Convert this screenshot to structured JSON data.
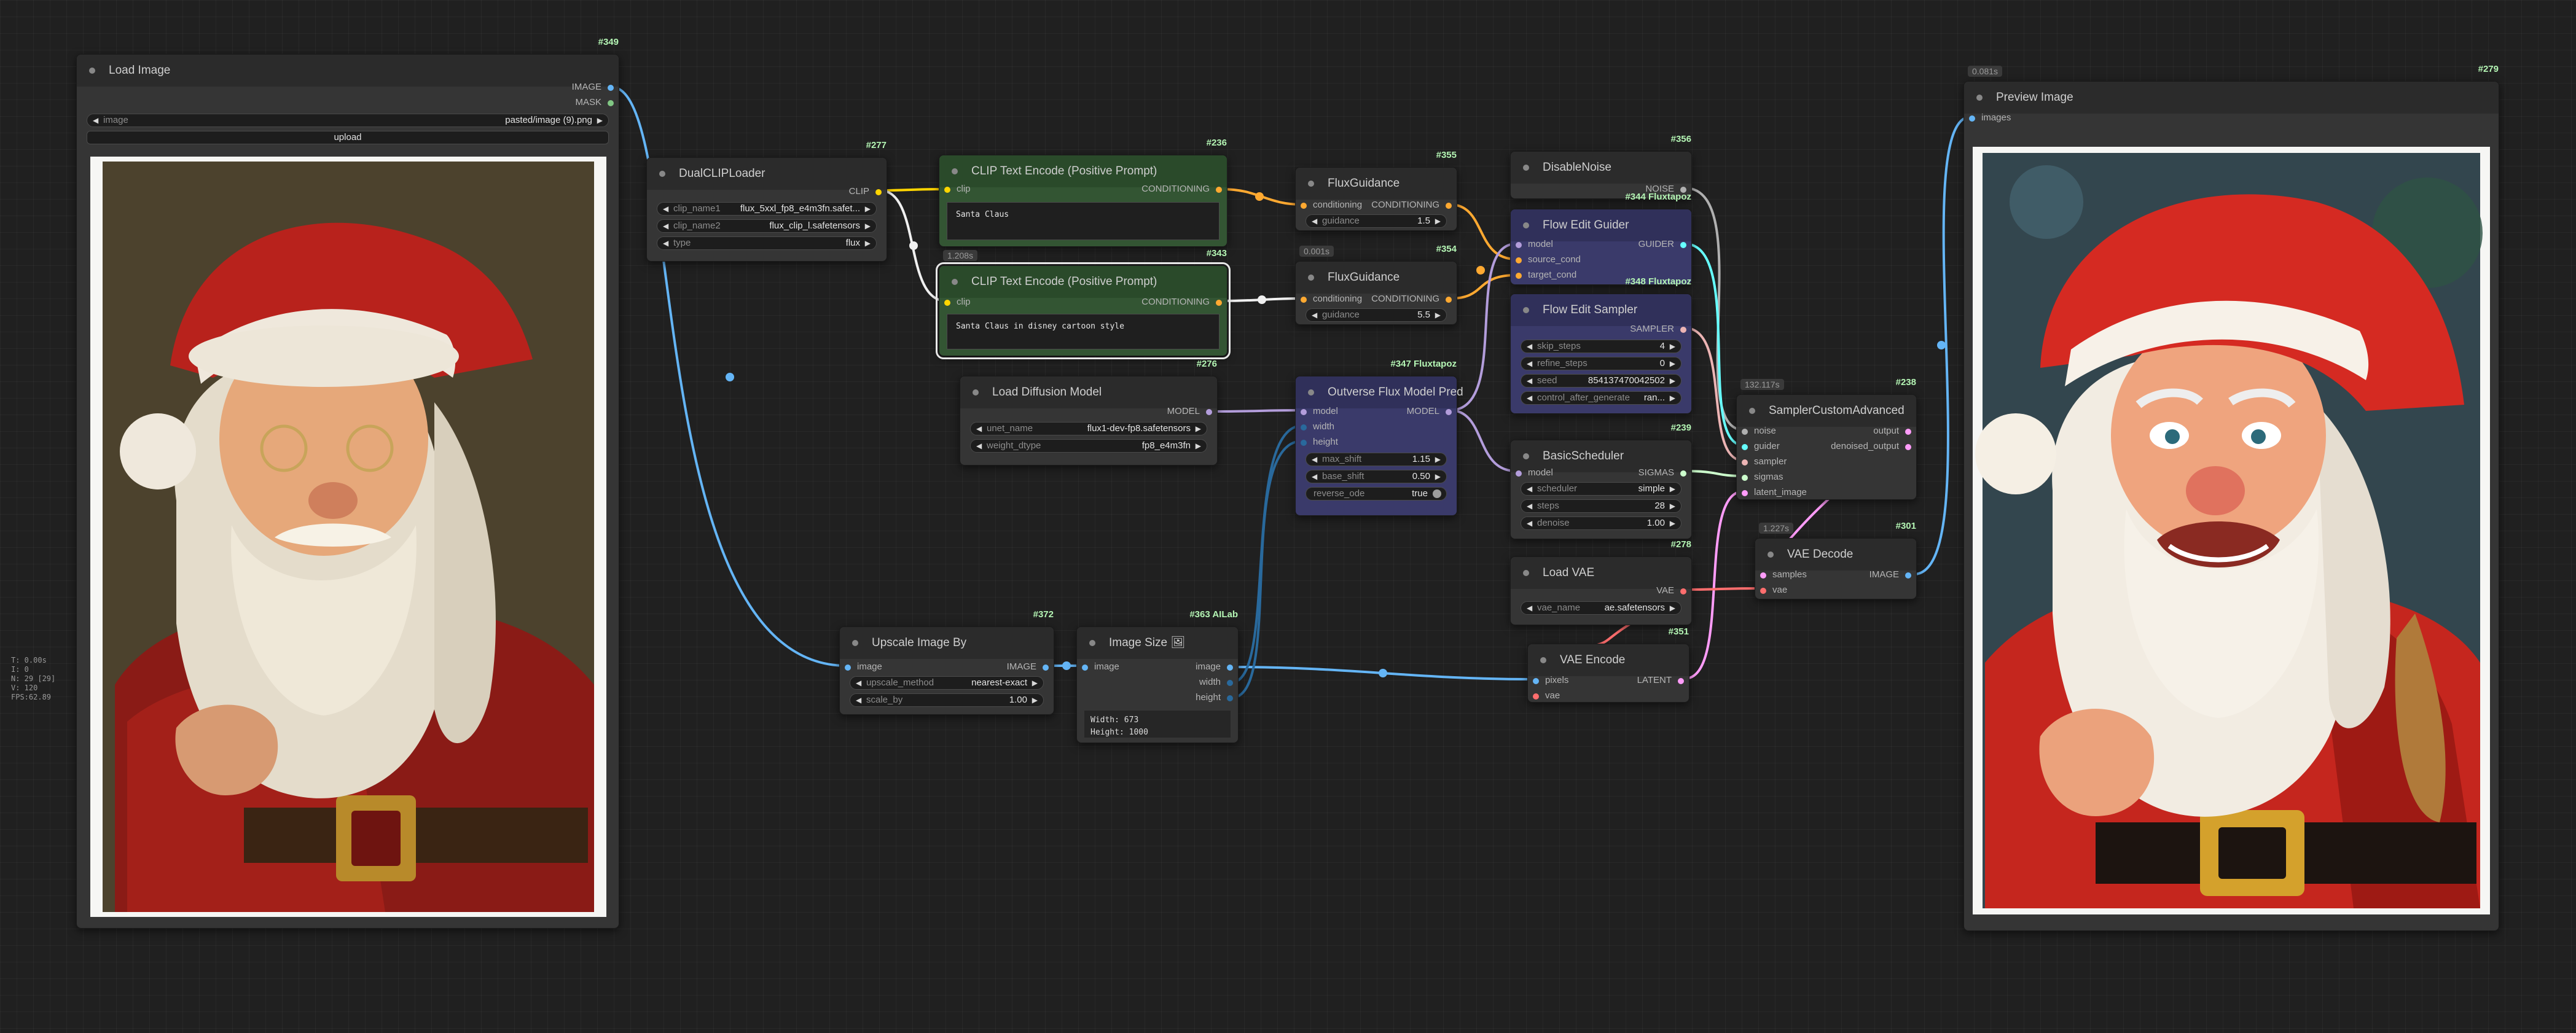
{
  "stats": [
    "T: 0.00s",
    "I: 0",
    "N: 29 [29]",
    "V: 120",
    "FPS:62.89"
  ],
  "colors": {
    "image": "#64b5f6",
    "clip": "#ffd500",
    "conditioning": "#ffa931",
    "model": "#b39ddb",
    "latent": "#ff9cf9",
    "vae": "#ff6e6e",
    "sampler": "#ecb4b4",
    "sigmas": "#cdffcd",
    "guider": "#66ffff",
    "noise": "#b0b0b0",
    "int": "#29699c"
  },
  "nodes": {
    "load_image": {
      "id": "#349",
      "title": "Load Image",
      "outputs": [
        "IMAGE",
        "MASK"
      ],
      "image_label": "image",
      "image_value": "pasted/image (9).png",
      "upload_label": "upload"
    },
    "dual_clip": {
      "id": "#277",
      "title": "DualCLIPLoader",
      "output": "CLIP",
      "clip_name1_label": "clip_name1",
      "clip_name1_value": "flux_5xxl_fp8_e4m3fn.safet...",
      "clip_name2_label": "clip_name2",
      "clip_name2_value": "flux_clip_l.safetensors",
      "type_label": "type",
      "type_value": "flux"
    },
    "clip_pos_1": {
      "id": "#236",
      "title": "CLIP Text Encode (Positive Prompt)",
      "input": "clip",
      "output": "CONDITIONING",
      "text": "Santa Claus"
    },
    "clip_pos_2": {
      "id": "#343",
      "badge": "1.208s",
      "title": "CLIP Text Encode (Positive Prompt)",
      "input": "clip",
      "output": "CONDITIONING",
      "text": "Santa Claus in disney cartoon style"
    },
    "flux_guidance_1": {
      "id": "#355",
      "title": "FluxGuidance",
      "input": "conditioning",
      "output": "CONDITIONING",
      "guidance_label": "guidance",
      "guidance_value": "1.5"
    },
    "flux_guidance_2": {
      "id": "#354",
      "badge": "0.001s",
      "title": "FluxGuidance",
      "input": "conditioning",
      "output": "CONDITIONING",
      "guidance_label": "guidance",
      "guidance_value": "5.5"
    },
    "disable_noise": {
      "id": "#356",
      "title": "DisableNoise",
      "output": "NOISE"
    },
    "flow_edit_guider": {
      "id": "#344 Fluxtapoz",
      "title": "Flow Edit Guider",
      "inputs": [
        "model",
        "source_cond",
        "target_cond"
      ],
      "output": "GUIDER"
    },
    "flow_edit_sampler": {
      "id": "#348 Fluxtapoz",
      "title": "Flow Edit Sampler",
      "output": "SAMPLER",
      "widgets": [
        {
          "label": "skip_steps",
          "value": "4"
        },
        {
          "label": "refine_steps",
          "value": "0"
        },
        {
          "label": "seed",
          "value": "854137470042502"
        },
        {
          "label": "control_after_generate",
          "value": "ran..."
        }
      ]
    },
    "sampler_custom": {
      "id": "#238",
      "badge": "132.117s",
      "title": "SamplerCustomAdvanced",
      "inputs": [
        "noise",
        "guider",
        "sampler",
        "sigmas",
        "latent_image"
      ],
      "outputs": [
        "output",
        "denoised_output"
      ]
    },
    "load_diffusion": {
      "id": "#276",
      "title": "Load Diffusion Model",
      "output": "MODEL",
      "unet_label": "unet_name",
      "unet_value": "flux1-dev-fp8.safetensors",
      "dtype_label": "weight_dtype",
      "dtype_value": "fp8_e4m3fn"
    },
    "outverse": {
      "id": "#347 Fluxtapoz",
      "title": "Outverse Flux Model Pred",
      "inputs": [
        "model",
        "width",
        "height"
      ],
      "output": "MODEL",
      "widgets": [
        {
          "label": "max_shift",
          "value": "1.15"
        },
        {
          "label": "base_shift",
          "value": "0.50"
        }
      ],
      "toggle_label": "reverse_ode",
      "toggle_value": "true"
    },
    "basic_scheduler": {
      "id": "#239",
      "title": "BasicScheduler",
      "input": "model",
      "output": "SIGMAS",
      "widgets": [
        {
          "label": "scheduler",
          "value": "simple"
        },
        {
          "label": "steps",
          "value": "28"
        },
        {
          "label": "denoise",
          "value": "1.00"
        }
      ]
    },
    "load_vae": {
      "id": "#278",
      "title": "Load VAE",
      "output": "VAE",
      "vae_label": "vae_name",
      "vae_value": "ae.safetensors"
    },
    "vae_decode": {
      "id": "#301",
      "badge": "1.227s",
      "title": "VAE Decode",
      "inputs": [
        "samples",
        "vae"
      ],
      "output": "IMAGE"
    },
    "vae_encode": {
      "id": "#351",
      "title": "VAE Encode",
      "inputs": [
        "pixels",
        "vae"
      ],
      "output": "LATENT"
    },
    "upscale": {
      "id": "#372",
      "title": "Upscale Image By",
      "input": "image",
      "output": "IMAGE",
      "method_label": "upscale_method",
      "method_value": "nearest-exact",
      "scale_label": "scale_by",
      "scale_value": "1.00"
    },
    "image_size": {
      "id": "#363 AILab",
      "title": "Image Size 🖼",
      "input": "image",
      "outputs": [
        "image",
        "width",
        "height"
      ],
      "info": [
        "Width: 673",
        "Height: 1000"
      ]
    },
    "preview": {
      "id": "#279",
      "badge": "0.081s",
      "title": "Preview Image",
      "input": "images"
    }
  }
}
